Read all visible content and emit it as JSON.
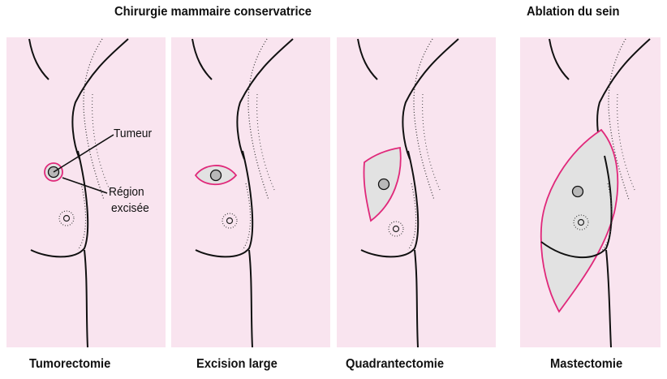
{
  "headings": {
    "conservative": "Chirurgie mammaire conservatrice",
    "removal": "Ablation du sein"
  },
  "labels": {
    "tumor": "Tumeur",
    "region_line1": "Région",
    "region_line2": "excisée"
  },
  "panels": [
    {
      "caption": "Tumorectomie"
    },
    {
      "caption": "Excision large"
    },
    {
      "caption": "Quadrantectomie"
    },
    {
      "caption": "Mastectomie"
    }
  ],
  "colors": {
    "skin": "#f9e4ef",
    "outline": "#111111",
    "excised_fill": "#e2e2e2",
    "excised_border": "#e0287a",
    "tumor_fill": "#b8b8b8"
  }
}
